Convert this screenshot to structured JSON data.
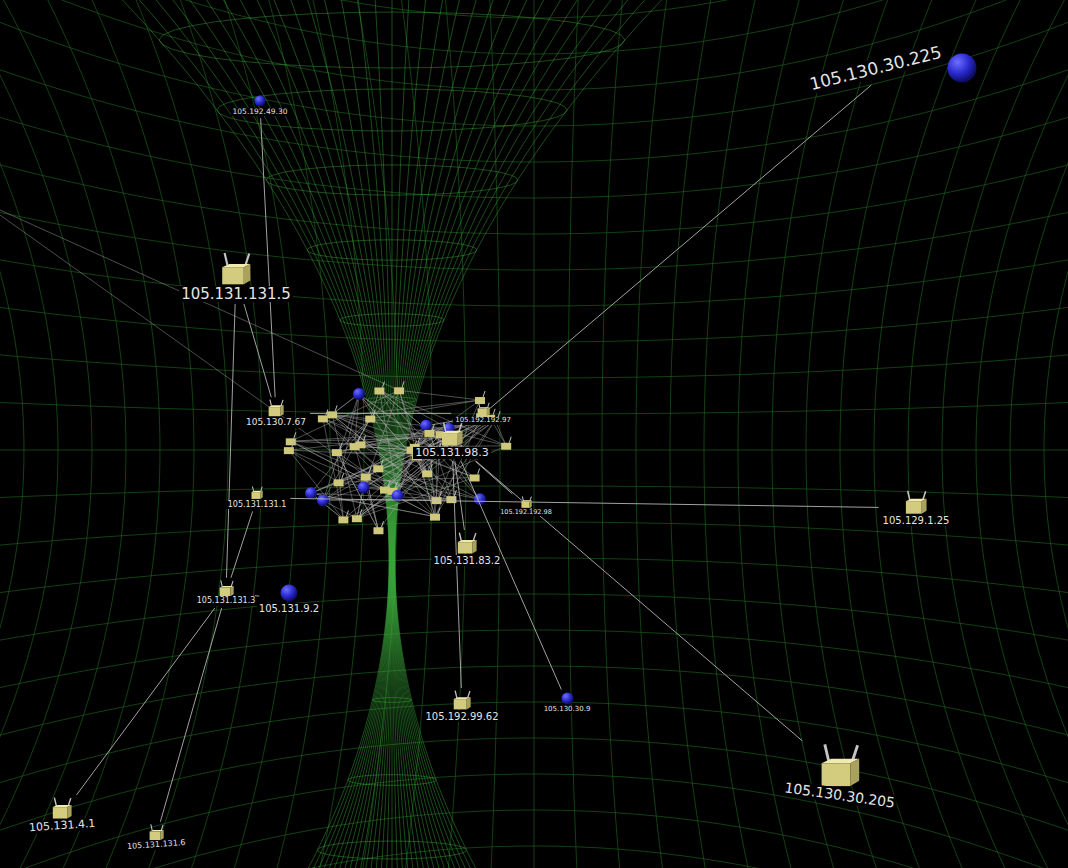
{
  "diagram": {
    "nodes": [
      {
        "text": [
          "105.192.49.30"
        ]
      },
      {
        "text": [
          "105.130.30.225"
        ]
      },
      {
        "text": [
          "105.131.131.5"
        ]
      },
      {
        "text": [
          "105.130.7.67"
        ]
      },
      {
        "text": [
          "105.131.83.2"
        ]
      },
      {
        "text": [
          "105.192.192.98"
        ]
      },
      {
        "text": [
          "105.192.192.97"
        ]
      },
      {
        "text": [
          "105.129.1.25"
        ]
      },
      {
        "text": [
          "105.131.131.3"
        ]
      },
      {
        "text": [
          "105.131.9.2"
        ]
      },
      {
        "text": [
          "105.192.99.62"
        ]
      },
      {
        "text": [
          "105.130.30.9"
        ]
      },
      {
        "text": [
          "105.130.30.205"
        ]
      },
      {
        "text": [
          "105.131.4.1"
        ]
      },
      {
        "text": [
          "105.131.131.6"
        ]
      },
      {
        "text": [
          "105.131.98.3"
        ]
      },
      {
        "text": [
          "105.131.131.1"
        ]
      }
    ],
    "edges": [
      {
        "from": 0,
        "to": 3,
        "arrow": "none"
      },
      {
        "from": 1,
        "to": 15,
        "arrow": "none"
      },
      {
        "from": 2,
        "to": 8,
        "arrow": "none"
      },
      {
        "from": 2,
        "to": 3,
        "arrow": "none"
      },
      {
        "from": 7,
        "to": 16,
        "arrow": "none"
      },
      {
        "from": 12,
        "to": 15,
        "arrow": "none"
      },
      {
        "from": 13,
        "to": 8,
        "arrow": "none"
      },
      {
        "from": 14,
        "to": 8,
        "arrow": "none"
      },
      {
        "from": 9,
        "to": 8,
        "arrow": "none"
      },
      {
        "from": 10,
        "to": 15,
        "arrow": "none"
      },
      {
        "from": 11,
        "to": 15,
        "arrow": "none"
      },
      {
        "from": 4,
        "to": 15,
        "arrow": "none"
      },
      {
        "from": 5,
        "to": 15,
        "arrow": "none"
      },
      {
        "from": 6,
        "to": 3,
        "arrow": "none"
      },
      {
        "from": 16,
        "to": 8,
        "arrow": "none"
      }
    ]
  }
}
